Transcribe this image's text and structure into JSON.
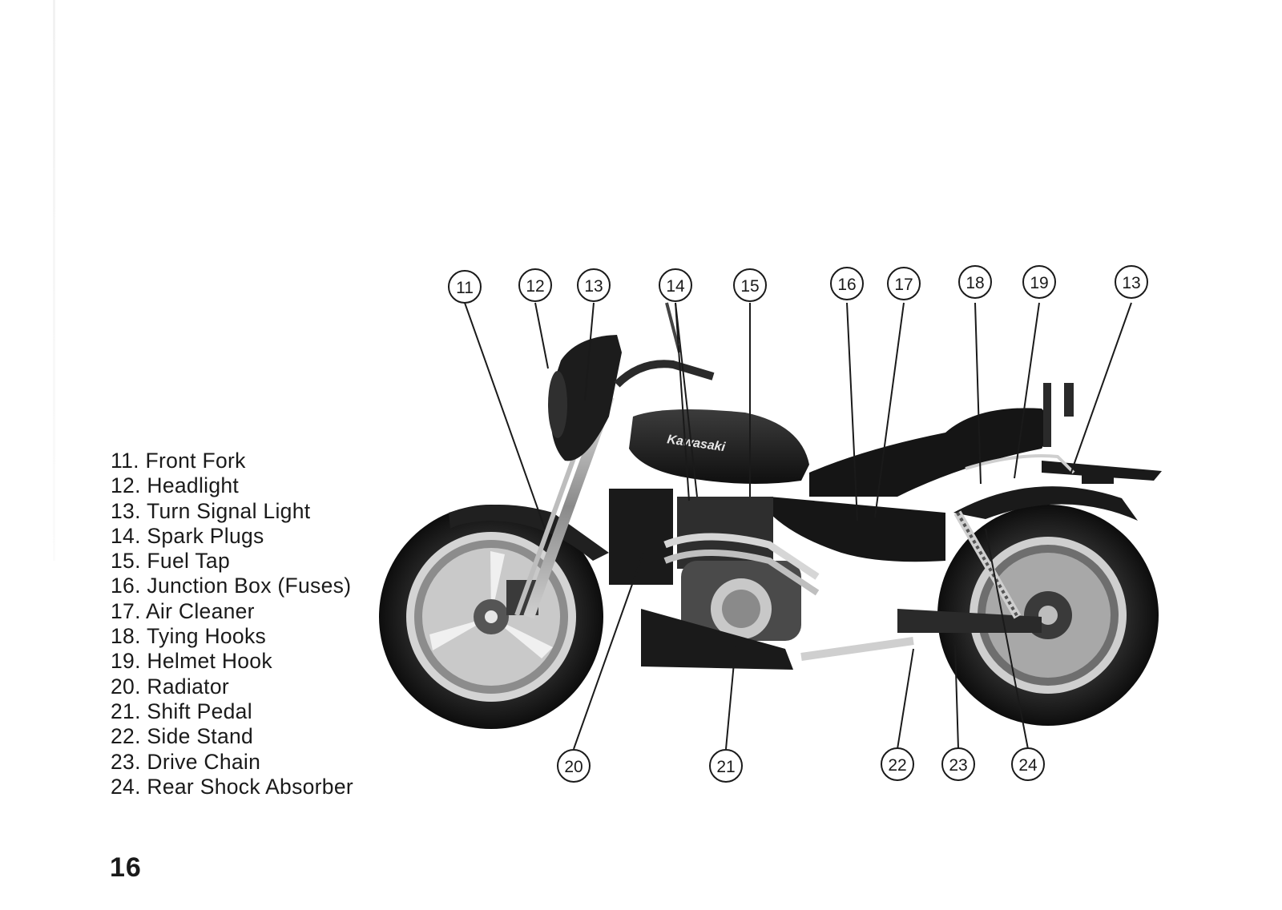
{
  "legend": [
    {
      "num": "11.",
      "label": "Front Fork"
    },
    {
      "num": "12.",
      "label": "Headlight"
    },
    {
      "num": "13.",
      "label": "Turn Signal Light"
    },
    {
      "num": "14.",
      "label": "Spark Plugs"
    },
    {
      "num": "15.",
      "label": "Fuel Tap"
    },
    {
      "num": "16.",
      "label": "Junction Box (Fuses)"
    },
    {
      "num": "17.",
      "label": "Air Cleaner"
    },
    {
      "num": "18.",
      "label": "Tying Hooks"
    },
    {
      "num": "19.",
      "label": "Helmet Hook"
    },
    {
      "num": "20.",
      "label": "Radiator"
    },
    {
      "num": "21.",
      "label": "Shift Pedal"
    },
    {
      "num": "22.",
      "label": "Side Stand"
    },
    {
      "num": "23.",
      "label": "Drive Chain"
    },
    {
      "num": "24.",
      "label": "Rear Shock Absorber"
    }
  ],
  "callouts": [
    "11",
    "12",
    "13",
    "14",
    "15",
    "16",
    "17",
    "18",
    "19",
    "13",
    "20",
    "21",
    "22",
    "23",
    "24"
  ],
  "motorcycle_logo": "Kawasaki",
  "page_number": "16"
}
